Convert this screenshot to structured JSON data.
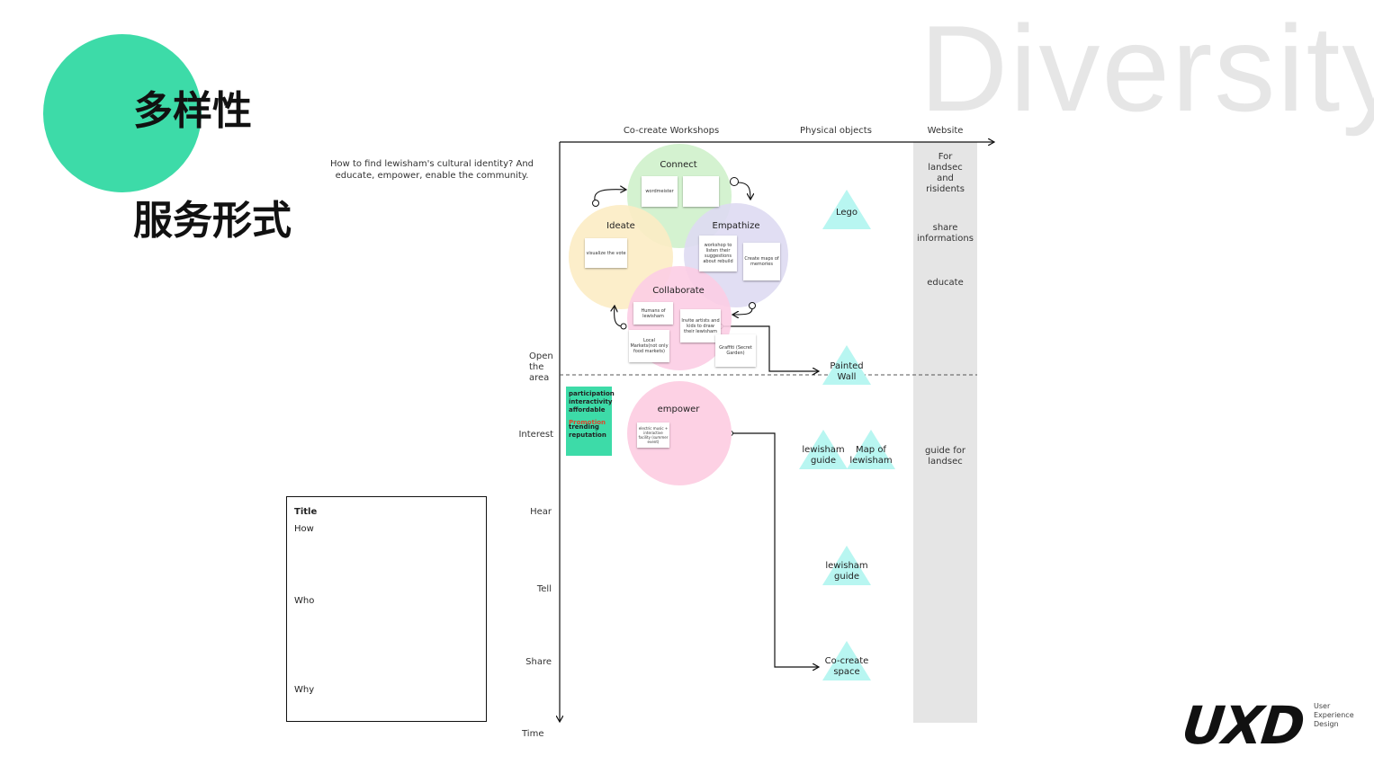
{
  "page": {
    "bg_title": "Diversity",
    "title_cn": "多样性",
    "subtitle_cn": "服务形式",
    "question": "How to find lewisham's cultural identity? And educate, empower, enable the community.",
    "colors": {
      "accent": "#3ddba8",
      "triangle": "#b8f6f1",
      "website_bar": "#e5e5e5"
    }
  },
  "columns": {
    "workshops": "Co-create Workshops",
    "physical": "Physical objects",
    "website": "Website"
  },
  "rows": {
    "open_area": "Open the area",
    "interest": "Interest",
    "hear": "Hear",
    "tell": "Tell",
    "share": "Share",
    "time": "Time"
  },
  "circles": {
    "connect": "Connect",
    "ideate": "Ideate",
    "empathize": "Empathize",
    "collaborate": "Collaborate",
    "empower": "empower"
  },
  "stickies": {
    "connect_1": "wordmeister",
    "connect_2": "",
    "ideate_1": "visualize the vote",
    "empathize_1": "workshop to listen their suggestions about rebuild",
    "empathize_2": "Create maps of memories",
    "collab_1": "Humans of lewisham",
    "collab_2": "Invite artists and kids to draw their lewisham",
    "collab_3": "Local Markets(not only food markets)",
    "collab_4": "Graffiti (Secret Garden)",
    "empower_1": "electric music + interactive facility (summer event)"
  },
  "green_note": {
    "black_lines": [
      "participation",
      "interactivity",
      "affordable"
    ],
    "red_line": "Promotion",
    "black_lines2": [
      "trending",
      "reputation"
    ]
  },
  "physical": {
    "lego": "Lego",
    "painted_wall": "Painted Wall",
    "lewisham_guide_1": "lewisham guide",
    "map_of_lewisham": "Map of lewisham",
    "lewisham_guide_2": "lewisham guide",
    "cocreate_space": "Co-create space"
  },
  "website": {
    "item1": "For landsec and risidents",
    "item2": "share informations",
    "item3": "educate",
    "item4": "guide for landsec"
  },
  "template_box": {
    "title": "Title",
    "how": "How",
    "who": "Who",
    "why": "Why"
  },
  "logo": {
    "mark": "UXD",
    "sub": [
      "User",
      "Experience",
      "Design"
    ]
  }
}
